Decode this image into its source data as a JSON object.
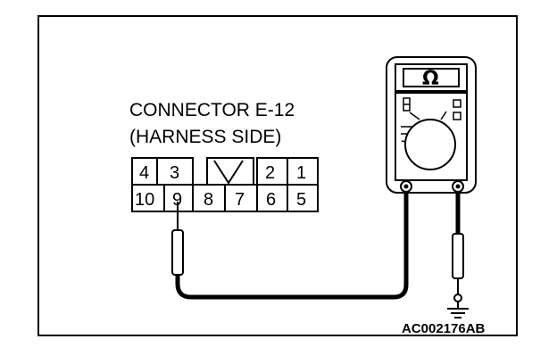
{
  "connector": {
    "label_line1": "CONNECTOR E-12",
    "label_line2": "(HARNESS SIDE)",
    "top_row": [
      "4",
      "3",
      "2",
      "1"
    ],
    "bottom_row": [
      "10",
      "9",
      "8",
      "7",
      "6",
      "5"
    ]
  },
  "meter": {
    "mode_symbol": "Ω"
  },
  "figure_code": "AC002176AB"
}
